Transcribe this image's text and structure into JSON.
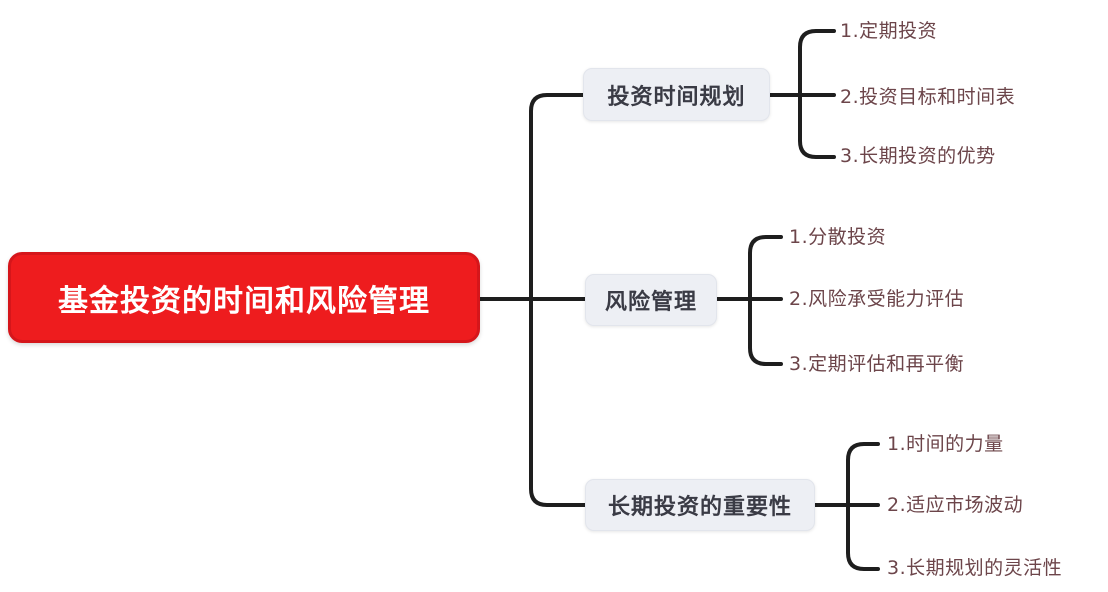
{
  "diagram": {
    "type": "mindmap",
    "root": {
      "label": "基金投资的时间和风险管理"
    },
    "branches": [
      {
        "label": "投资时间规划",
        "children": [
          "1.定期投资",
          "2.投资目标和时间表",
          "3.长期投资的优势"
        ]
      },
      {
        "label": "风险管理",
        "children": [
          "1.分散投资",
          "2.风险承受能力评估",
          "3.定期评估和再平衡"
        ]
      },
      {
        "label": "长期投资的重要性",
        "children": [
          "1.时间的力量",
          "2.适应市场波动",
          "3.长期规划的灵活性"
        ]
      }
    ],
    "colors": {
      "root_bg": "#ee1c1e",
      "root_border": "#d5161b",
      "root_text": "#ffffff",
      "branch_bg": "#edeff4",
      "branch_text": "#3a3b45",
      "child_text": "#6c454a",
      "connector": "#1e1e1e",
      "background": "#ffffff"
    }
  }
}
